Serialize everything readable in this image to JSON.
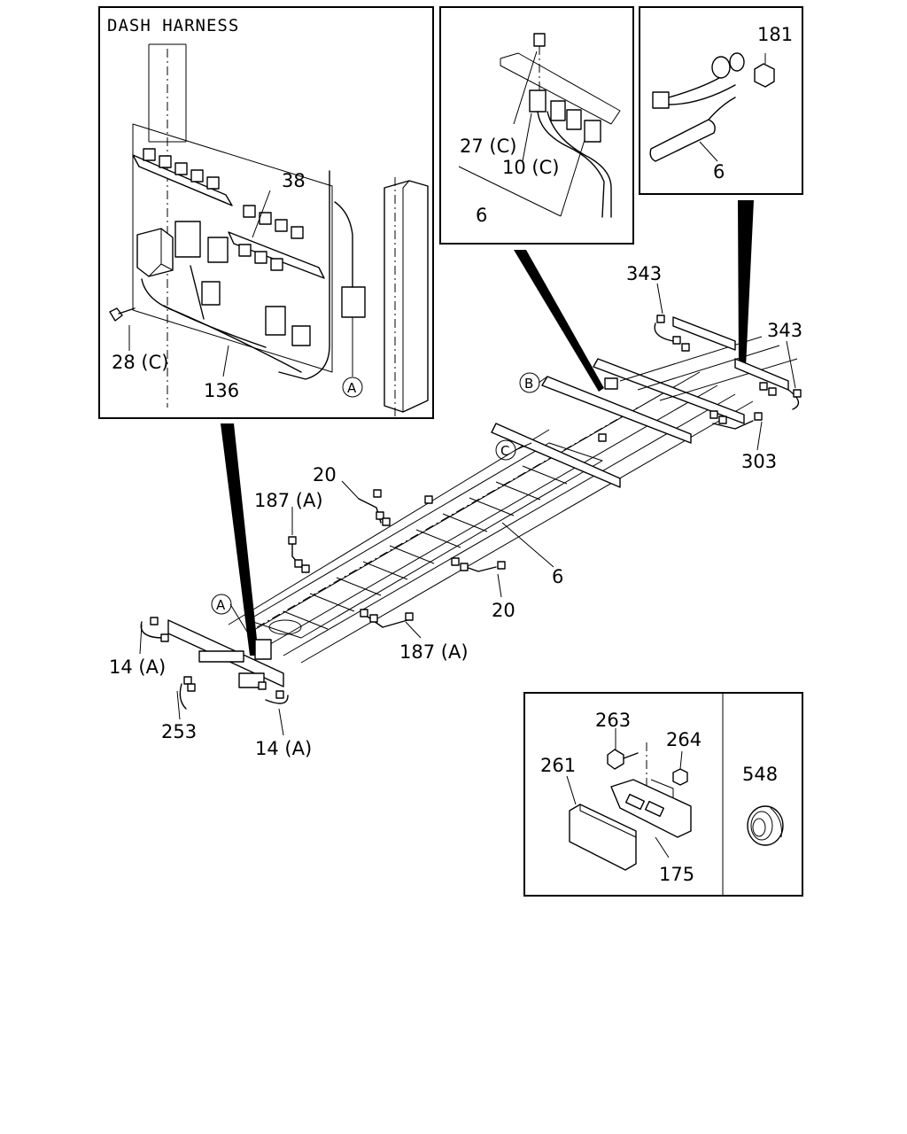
{
  "panels": {
    "dash": {
      "title": "DASH HARNESS",
      "labels": [
        "38",
        "28 (C)",
        "136"
      ],
      "circle": "A"
    },
    "connector": {
      "labels": [
        "27 (C)",
        "10 (C)",
        "6"
      ]
    },
    "ground": {
      "labels": [
        "181",
        "6"
      ]
    },
    "plate": {
      "labels": [
        "263",
        "264",
        "261",
        "175"
      ]
    },
    "grommet": {
      "labels": [
        "548"
      ]
    }
  },
  "main": {
    "labels": [
      "343",
      "343",
      "303",
      "20",
      "187 (A)",
      "6",
      "20",
      "187 (A)",
      "14 (A)",
      "253",
      "14 (A)"
    ],
    "circles": [
      "B",
      "C",
      "A"
    ]
  }
}
